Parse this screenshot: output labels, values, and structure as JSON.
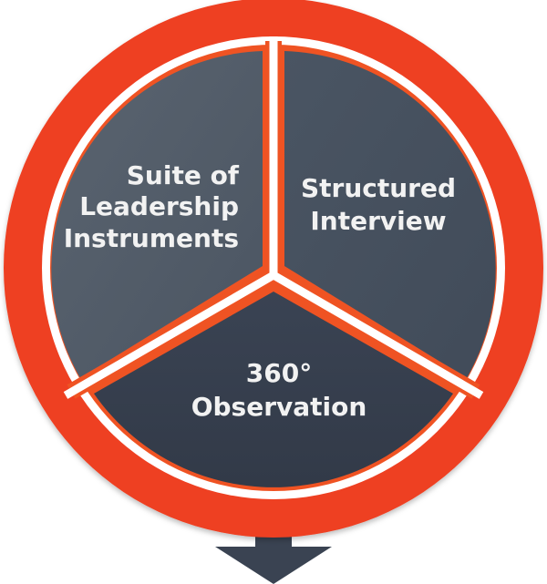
{
  "diagram": {
    "title": "",
    "colors": {
      "outer_ring": "#ee4023",
      "inner_ring": "#ffffff",
      "segment_edge": "#ef5323",
      "segment_left": "#515b68",
      "segment_right": "#465160",
      "segment_bottom": "#363f4e",
      "arrow": "#3a4352",
      "text": "#f2f2f2"
    },
    "segments": [
      {
        "id": "left",
        "lines": [
          "Suite of",
          "Leadership",
          "Instruments"
        ]
      },
      {
        "id": "right",
        "lines": [
          "Structured",
          "Interview"
        ]
      },
      {
        "id": "bottom",
        "lines": [
          "360°",
          "Observation"
        ]
      }
    ],
    "arrow": {
      "direction": "down"
    }
  }
}
